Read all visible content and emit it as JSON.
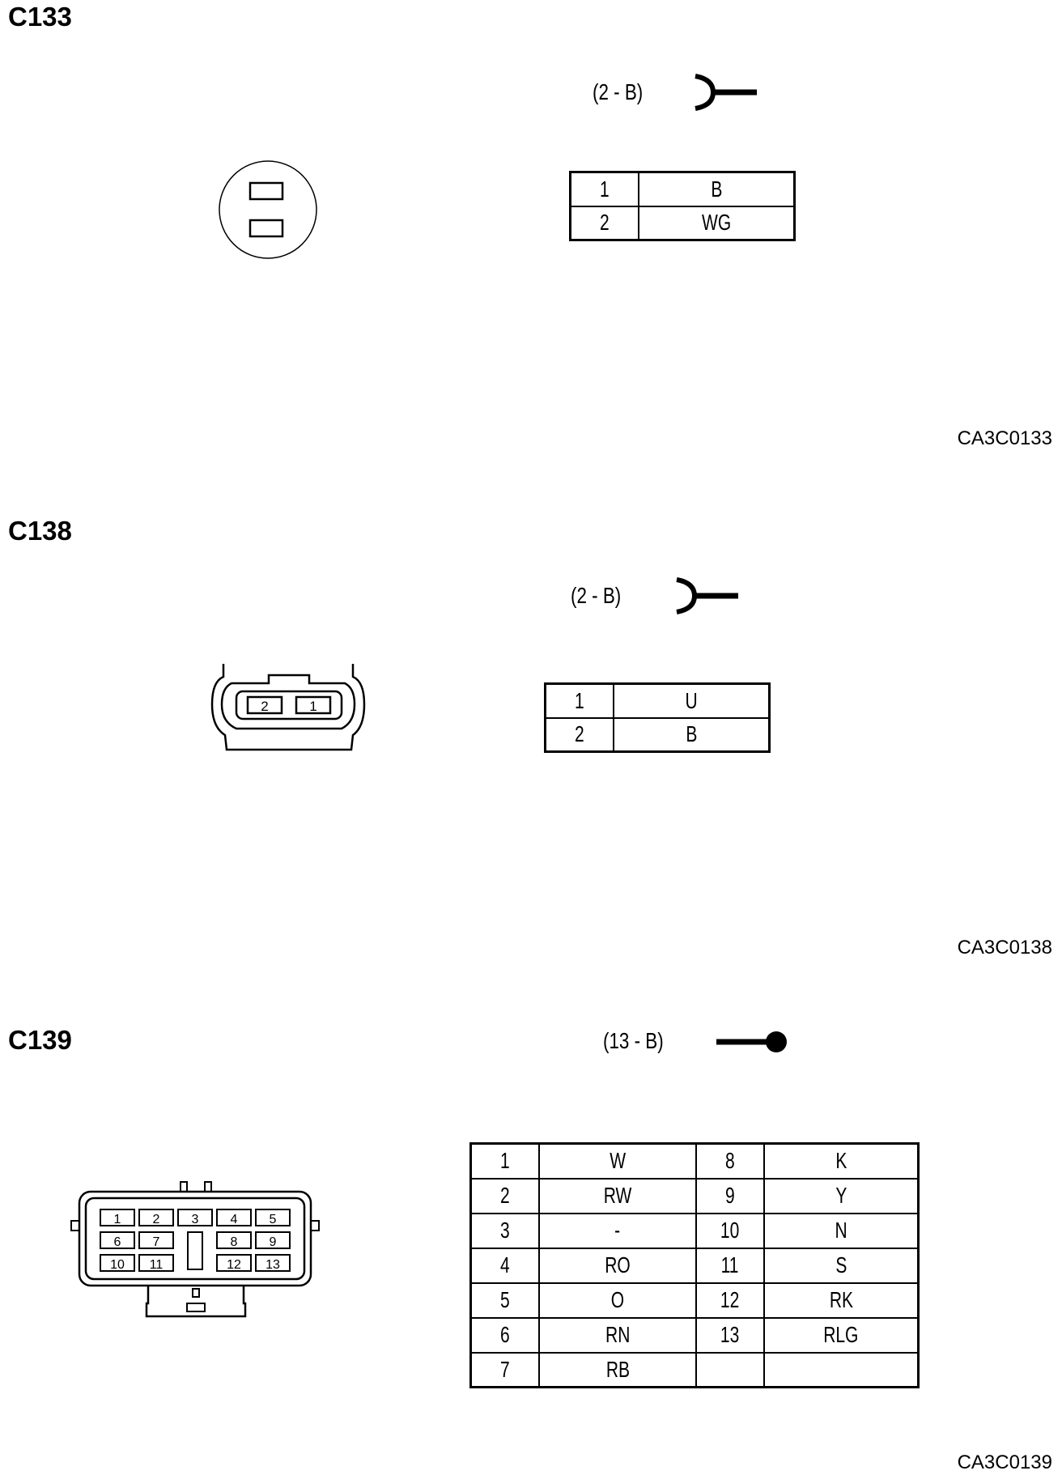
{
  "sections": [
    {
      "id": "C133",
      "title": "C133",
      "spec": "(2 - B)",
      "symbol": "fork-symbol",
      "ref": "CA3C0133",
      "pins": [
        {
          "pin": "1",
          "color": "B"
        },
        {
          "pin": "2",
          "color": "WG"
        }
      ]
    },
    {
      "id": "C138",
      "title": "C138",
      "spec": "(2 - B)",
      "symbol": "fork-symbol",
      "ref": "CA3C0138",
      "face_labels": [
        "2",
        "1"
      ],
      "pins": [
        {
          "pin": "1",
          "color": "U"
        },
        {
          "pin": "2",
          "color": "B"
        }
      ]
    },
    {
      "id": "C139",
      "title": "C139",
      "spec": "(13 - B)",
      "symbol": "pin-symbol",
      "ref": "CA3C0139",
      "face_labels": [
        "1",
        "2",
        "3",
        "4",
        "5",
        "6",
        "7",
        "8",
        "9",
        "10",
        "11",
        "12",
        "13"
      ],
      "rows": [
        {
          "p1": "1",
          "c1": "W",
          "p2": "8",
          "c2": "K"
        },
        {
          "p1": "2",
          "c1": "RW",
          "p2": "9",
          "c2": "Y"
        },
        {
          "p1": "3",
          "c1": "-",
          "p2": "10",
          "c2": "N"
        },
        {
          "p1": "4",
          "c1": "RO",
          "p2": "11",
          "c2": "S"
        },
        {
          "p1": "5",
          "c1": "O",
          "p2": "12",
          "c2": "RK"
        },
        {
          "p1": "6",
          "c1": "RN",
          "p2": "13",
          "c2": "RLG"
        },
        {
          "p1": "7",
          "c1": "RB",
          "p2": "",
          "c2": ""
        }
      ]
    }
  ]
}
